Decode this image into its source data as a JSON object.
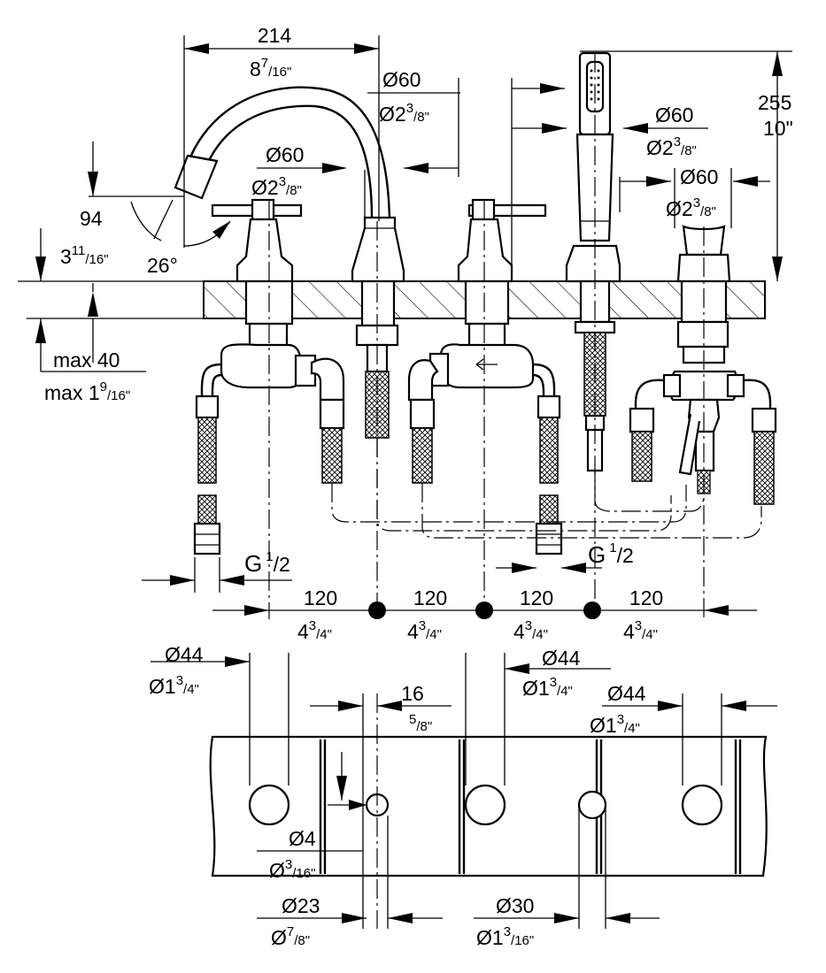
{
  "colors": {
    "line": "#000000",
    "background": "#ffffff"
  },
  "dimensions": {
    "spout_reach": {
      "mm": "214",
      "in_whole": "8",
      "in_num": "7",
      "in_den": "/16\""
    },
    "spout_height": {
      "mm": "94",
      "in_whole": "3",
      "in_num": "11",
      "in_den": "/16\""
    },
    "spout_angle": "26°",
    "spout_base_dia": {
      "mm": "Ø60",
      "in_whole": "Ø2",
      "in_num": "3",
      "in_den": "/8\""
    },
    "handle_left_dia": {
      "mm": "Ø60",
      "in_whole": "Ø2",
      "in_num": "3",
      "in_den": "/8\""
    },
    "handshower_dia": {
      "mm": "Ø60",
      "in_whole": "Ø2",
      "in_num": "3",
      "in_den": "/8\""
    },
    "diverter_dia": {
      "mm": "Ø60",
      "in_whole": "Ø2",
      "in_num": "3",
      "in_den": "/8\""
    },
    "total_height": {
      "mm": "255",
      "in": "10\""
    },
    "deck_thickness": {
      "mm": "max 40",
      "in_whole": "max 1",
      "in_num": "9",
      "in_den": "/16\""
    },
    "connection_left": {
      "g": "G",
      "num": "1",
      "den": "/2"
    },
    "connection_right": {
      "g": "G",
      "num": "1",
      "den": "/2"
    },
    "spacing": [
      {
        "mm": "120",
        "in_whole": "4",
        "in_num": "3",
        "in_den": "/4\""
      },
      {
        "mm": "120",
        "in_whole": "4",
        "in_num": "3",
        "in_den": "/4\""
      },
      {
        "mm": "120",
        "in_whole": "4",
        "in_num": "3",
        "in_den": "/4\""
      },
      {
        "mm": "120",
        "in_whole": "4",
        "in_num": "3",
        "in_den": "/4\""
      }
    ],
    "hole_left": {
      "mm": "Ø44",
      "in_whole": "Ø1",
      "in_num": "3",
      "in_den": "/4\""
    },
    "hole_mid": {
      "mm": "Ø44",
      "in_whole": "Ø1",
      "in_num": "3",
      "in_den": "/4\""
    },
    "hole_right": {
      "mm": "Ø44",
      "in_whole": "Ø1",
      "in_num": "3",
      "in_den": "/4\""
    },
    "small_offset": {
      "mm": "16",
      "in_num": "5",
      "in_den": "/8\""
    },
    "pin_hole": {
      "mm": "Ø4",
      "in_whole": "Ø",
      "in_num": "3",
      "in_den": "/16\""
    },
    "small_hole": {
      "mm": "Ø23",
      "in_whole": "Ø",
      "in_num": "7",
      "in_den": "/8\""
    },
    "shower_hole": {
      "mm": "Ø30",
      "in_whole": "Ø1",
      "in_num": "3",
      "in_den": "/16\""
    }
  }
}
